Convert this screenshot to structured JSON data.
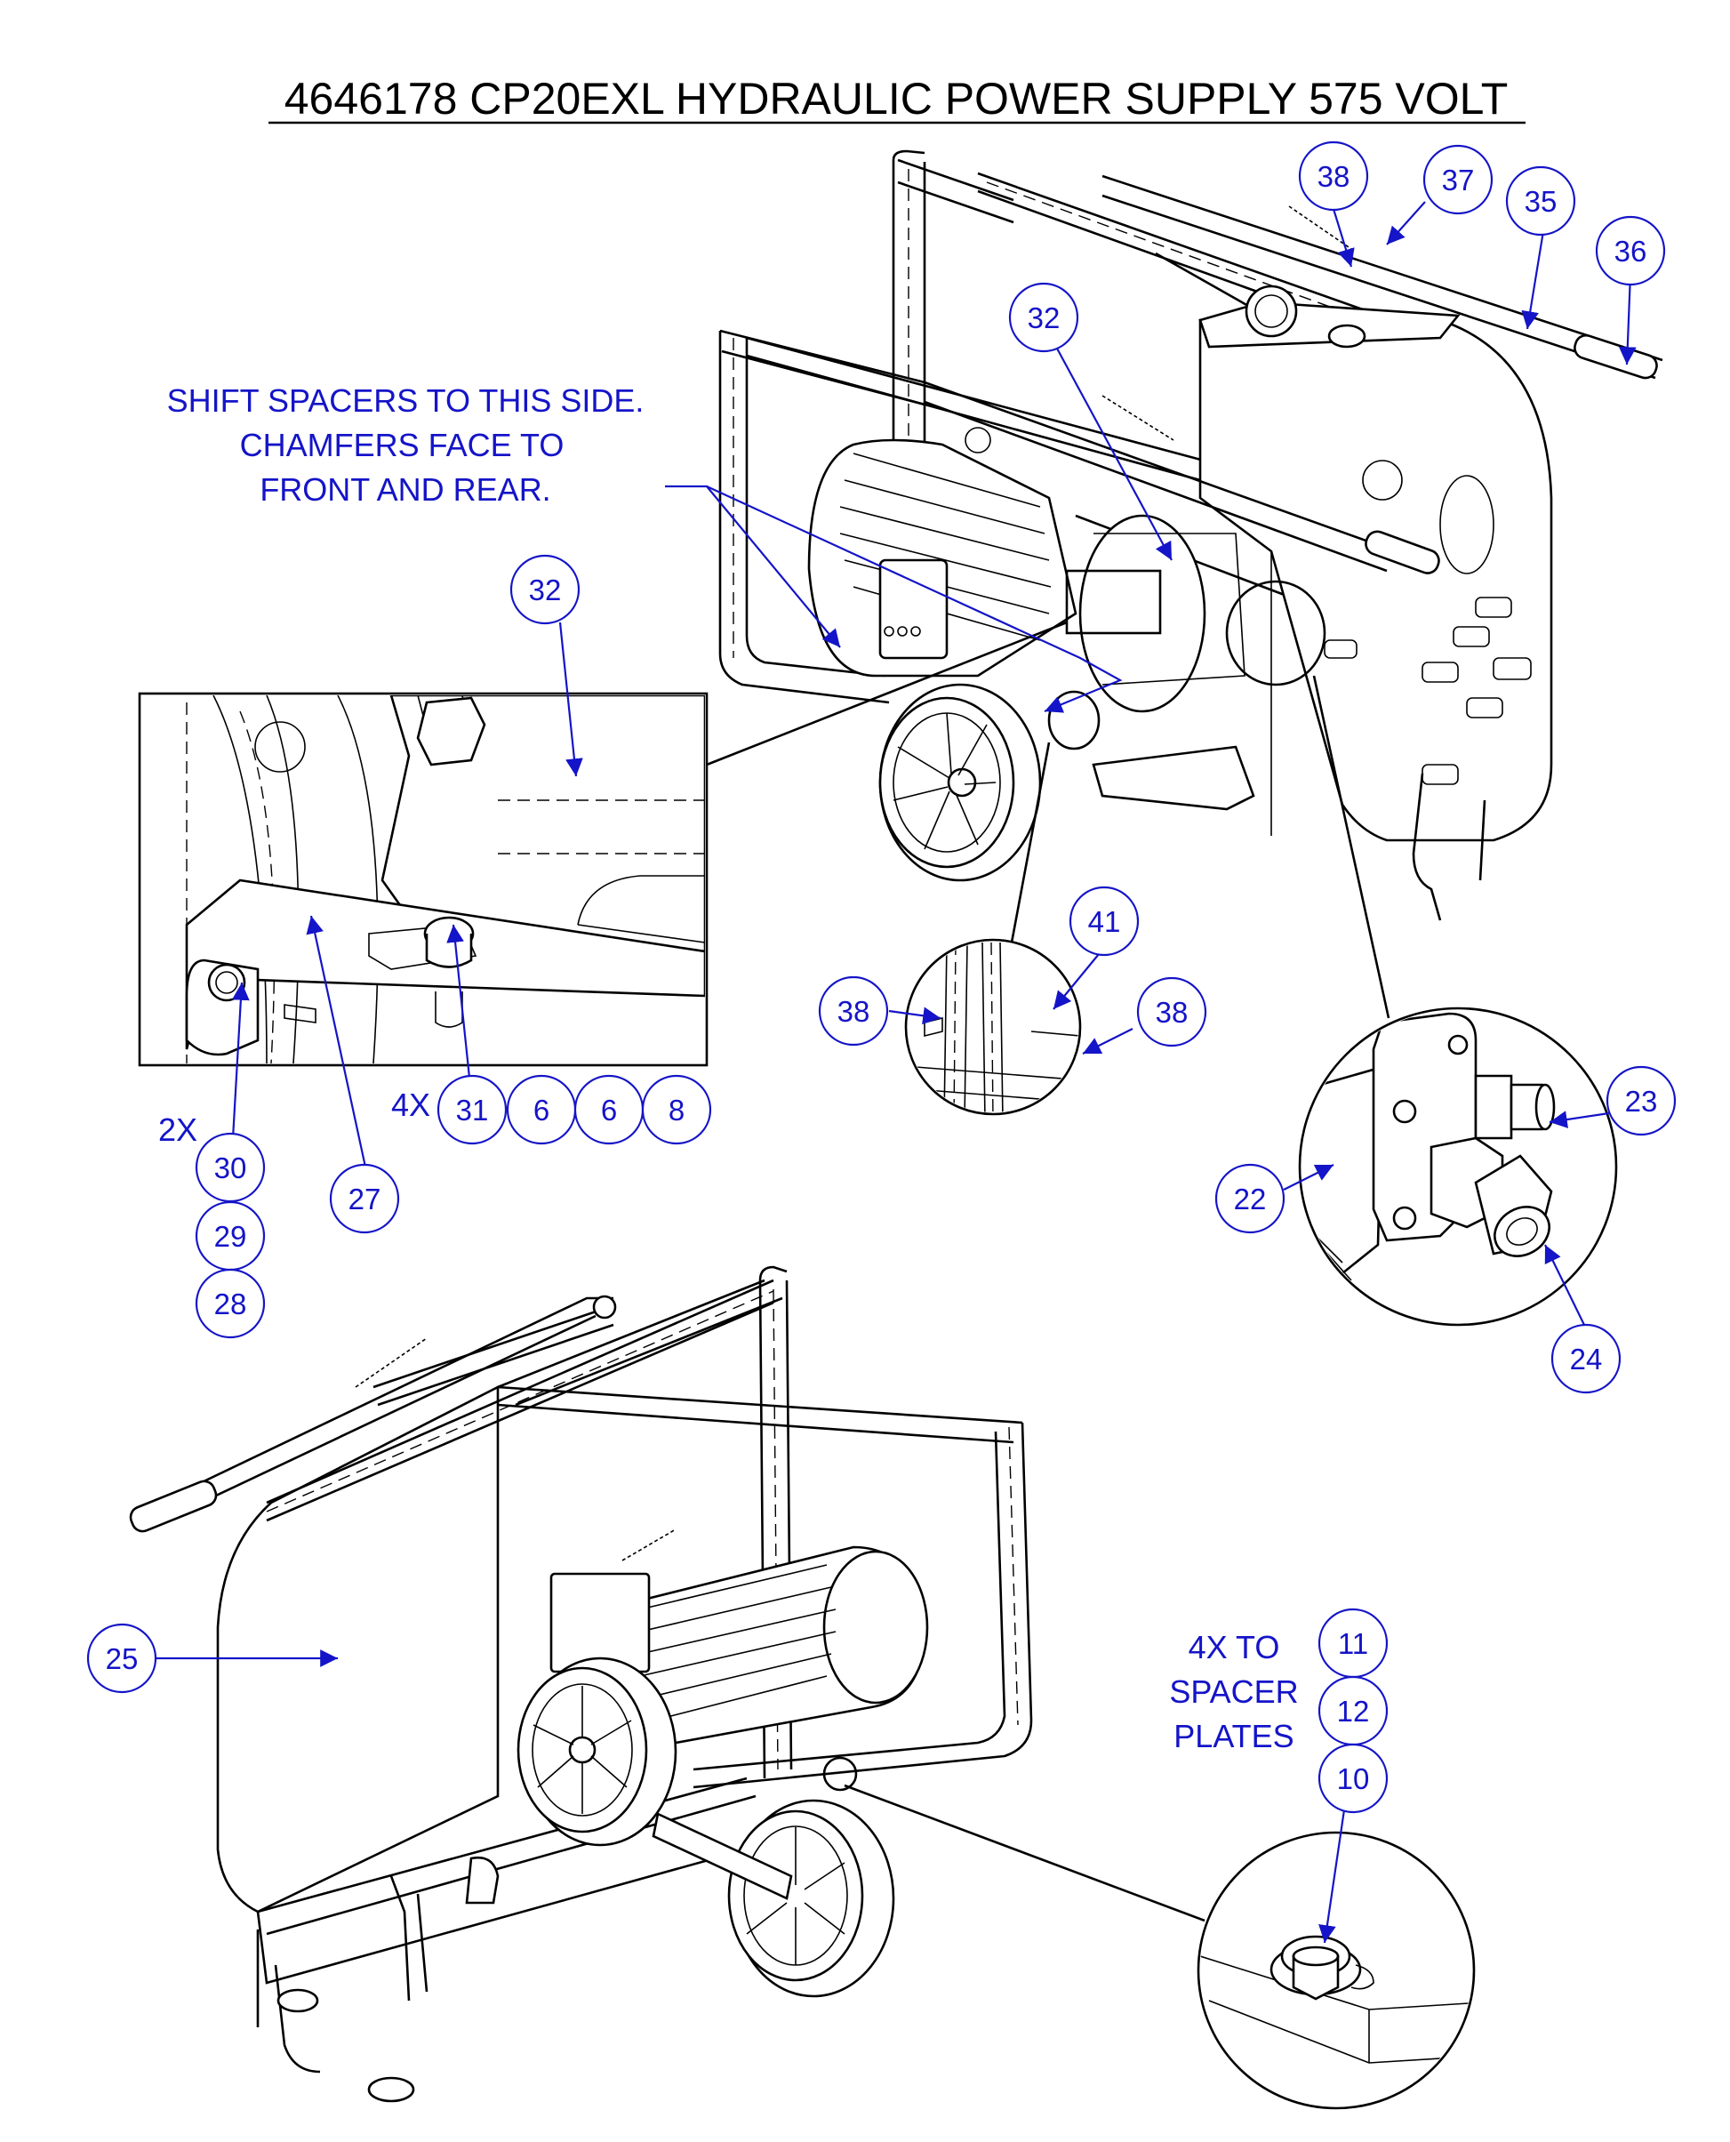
{
  "title": "4646178 CP20EXL HYDRAULIC POWER SUPPLY  575 VOLT",
  "notes": {
    "spacers": [
      "SHIFT SPACERS TO THIS SIDE.",
      "CHAMFERS FACE TO",
      "FRONT AND REAR."
    ],
    "qty_4x": "4X",
    "qty_2x": "2X",
    "spacer_plates": [
      "4X TO",
      "SPACER",
      "PLATES"
    ]
  },
  "callouts": [
    "38",
    "37",
    "35",
    "36",
    "32",
    "32",
    "41",
    "38",
    "38",
    "4X",
    "31",
    "6",
    "6",
    "8",
    "2X",
    "30",
    "29",
    "28",
    "27",
    "23",
    "22",
    "24",
    "25",
    "11",
    "12",
    "10"
  ],
  "balloons": {
    "b38_top": "38",
    "b37": "37",
    "b35": "35",
    "b36": "36",
    "b32_main": "32",
    "b32_detail": "32",
    "b41": "41",
    "b38_left": "38",
    "b38_right": "38",
    "b31": "31",
    "b6_a": "6",
    "b6_b": "6",
    "b8": "8",
    "b30": "30",
    "b29": "29",
    "b28": "28",
    "b27": "27",
    "b23": "23",
    "b22": "22",
    "b24": "24",
    "b25": "25",
    "b11": "11",
    "b12": "12",
    "b10": "10"
  },
  "colors": {
    "callout_blue": "#1414c8",
    "line_black": "#000000",
    "background": "#ffffff"
  }
}
